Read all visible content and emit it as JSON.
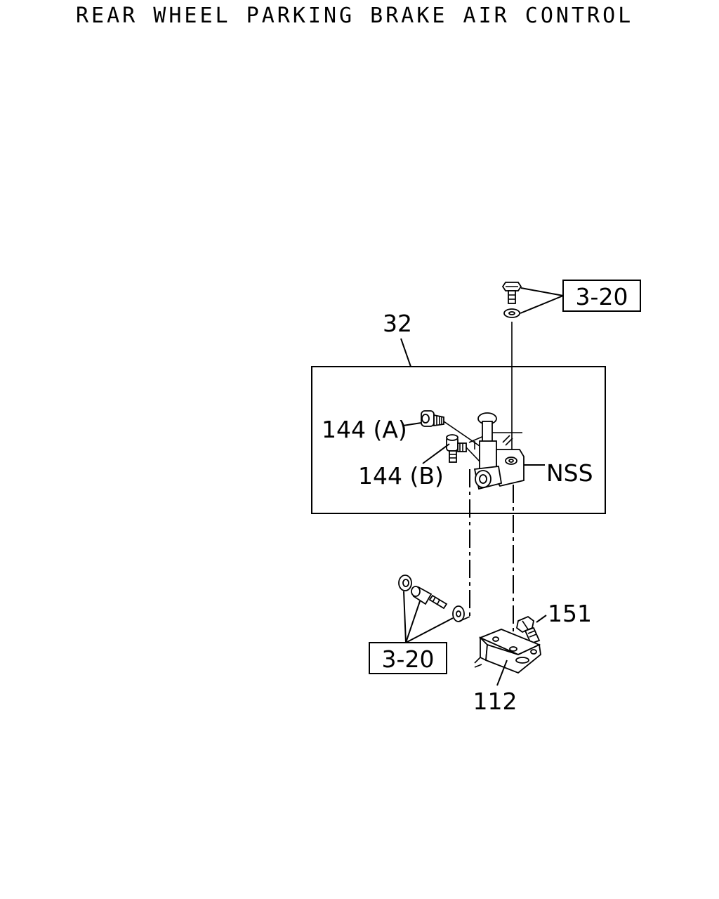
{
  "title": "REAR WHEEL PARKING BRAKE AIR CONTROL",
  "labels": {
    "assembly": "32",
    "ref_top": "3-20",
    "ref_bottom": "3-20",
    "elbow_a": "144 (A)",
    "elbow_b": "144 (B)",
    "nss": "NSS",
    "bolt": "151",
    "bracket": "112"
  },
  "colors": {
    "ink": "#000000",
    "background": "#ffffff"
  }
}
